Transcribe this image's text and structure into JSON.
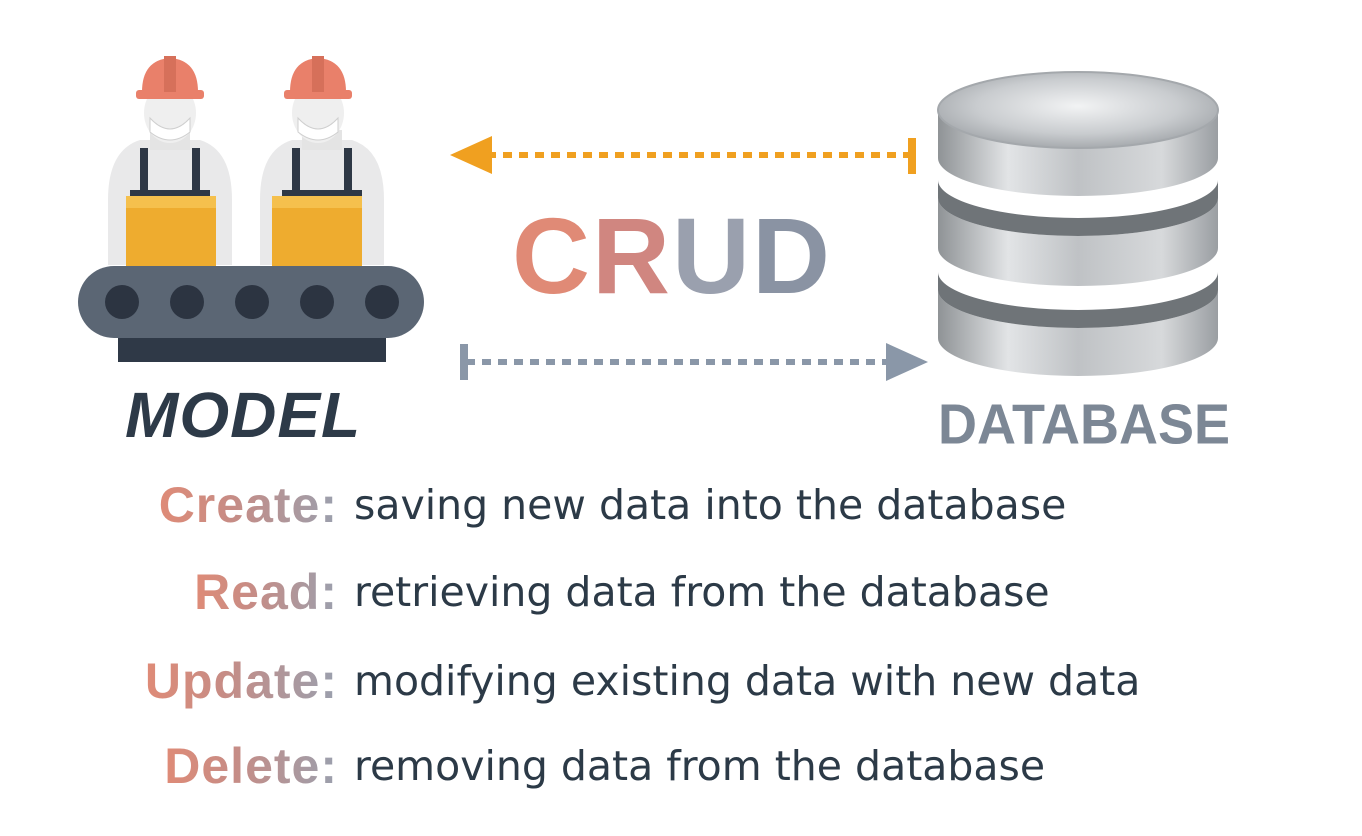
{
  "labels": {
    "model": "MODEL",
    "database": "DATABASE",
    "crud_letters": [
      "C",
      "R",
      "U",
      "D"
    ]
  },
  "operations": [
    {
      "term": "Create:",
      "description": "saving new data into the database"
    },
    {
      "term": "Read:",
      "description": "retrieving data from the database"
    },
    {
      "term": "Update:",
      "description": "modifying existing data with new data"
    },
    {
      "term": "Delete:",
      "description": "removing data from the database"
    }
  ],
  "colors": {
    "crud_gradient": [
      "#e08a76",
      "#d08680",
      "#9aa0ae",
      "#8a93a3"
    ],
    "arrow_top": "#f0a020",
    "arrow_bottom": "#8a97a8",
    "model_text": "#2d3a48",
    "database_text": "#7c8795",
    "description_text": "#2c3a47",
    "worker_helmet": "#e9806a",
    "worker_box": "#eeac2f",
    "conveyor": "#5b6674"
  },
  "icons": [
    "factory-workers-conveyor-icon",
    "database-cylinder-icon"
  ]
}
